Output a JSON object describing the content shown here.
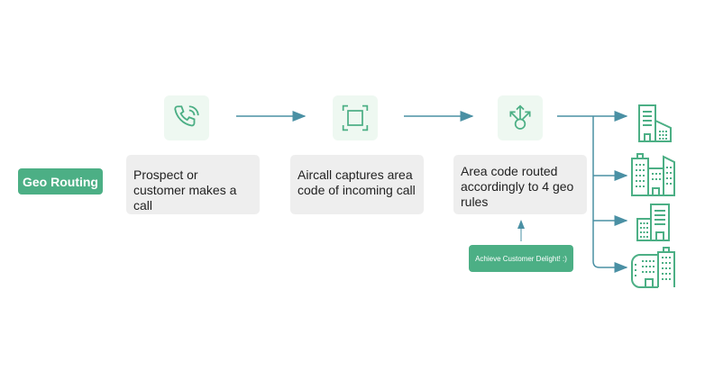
{
  "title_badge": "Geo Routing",
  "steps": [
    {
      "icon": "phone-call-icon",
      "text": "Prospect or customer makes a call"
    },
    {
      "icon": "capture-frame-icon",
      "text": "Aircall captures area code of incoming call"
    },
    {
      "icon": "routing-split-icon",
      "text": "Area code routed accordingly to 4 geo rules"
    }
  ],
  "outcome_badge": "Achieve Customer Delight! :)",
  "destinations": [
    "building-icon-1",
    "building-icon-2",
    "building-icon-3",
    "building-icon-4"
  ],
  "colors": {
    "green": "#4caf85",
    "arrow": "#4a90a4",
    "icon_bg": "#eef8f1",
    "box_bg": "#eeeeee"
  }
}
